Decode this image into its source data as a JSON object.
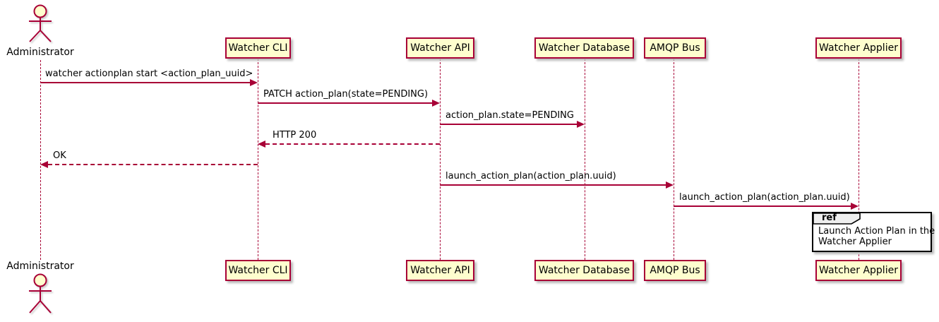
{
  "diagram": {
    "type": "sequence-diagram",
    "style": "plantuml",
    "colors": {
      "participant_fill": "#FEFECE",
      "participant_border": "#A80036",
      "lifeline": "#A80036",
      "message_line": "#A80036",
      "text": "#000000",
      "ref_tab_fill": "#EEEEEE",
      "ref_border": "#000000",
      "shadow": "#BBBBBB"
    },
    "actor": {
      "name": "Administrator"
    },
    "participants": [
      {
        "name": "Watcher CLI"
      },
      {
        "name": "Watcher API"
      },
      {
        "name": "Watcher Database"
      },
      {
        "name": "AMQP Bus"
      },
      {
        "name": "Watcher Applier"
      }
    ],
    "messages": [
      {
        "from": "Administrator",
        "to": "Watcher CLI",
        "style": "solid",
        "label": "watcher actionplan start <action_plan_uuid>"
      },
      {
        "from": "Watcher CLI",
        "to": "Watcher API",
        "style": "solid",
        "label": "PATCH action_plan(state=PENDING)"
      },
      {
        "from": "Watcher API",
        "to": "Watcher Database",
        "style": "solid",
        "label": "action_plan.state=PENDING"
      },
      {
        "from": "Watcher API",
        "to": "Watcher CLI",
        "style": "dashed",
        "label": "HTTP 200"
      },
      {
        "from": "Watcher CLI",
        "to": "Administrator",
        "style": "dashed",
        "label": "OK"
      },
      {
        "from": "Watcher API",
        "to": "AMQP Bus",
        "style": "solid",
        "label": "launch_action_plan(action_plan.uuid)"
      },
      {
        "from": "AMQP Bus",
        "to": "Watcher Applier",
        "style": "solid",
        "label": "launch_action_plan(action_plan.uuid)"
      }
    ],
    "ref": {
      "keyword": "ref",
      "line1": "Launch Action Plan in the",
      "line2": "Watcher Applier"
    }
  }
}
